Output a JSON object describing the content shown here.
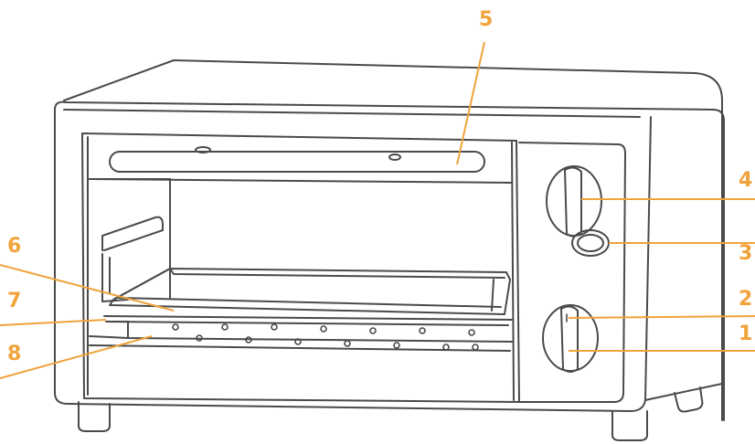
{
  "colors": {
    "outline": "#4a4a4a",
    "callout": "#f0a33b",
    "background": "#ffffff"
  },
  "callouts": {
    "c1": "1",
    "c2": "2",
    "c3": "3",
    "c4": "4",
    "c5": "5",
    "c6": "6",
    "c7": "7",
    "c8": "8"
  }
}
